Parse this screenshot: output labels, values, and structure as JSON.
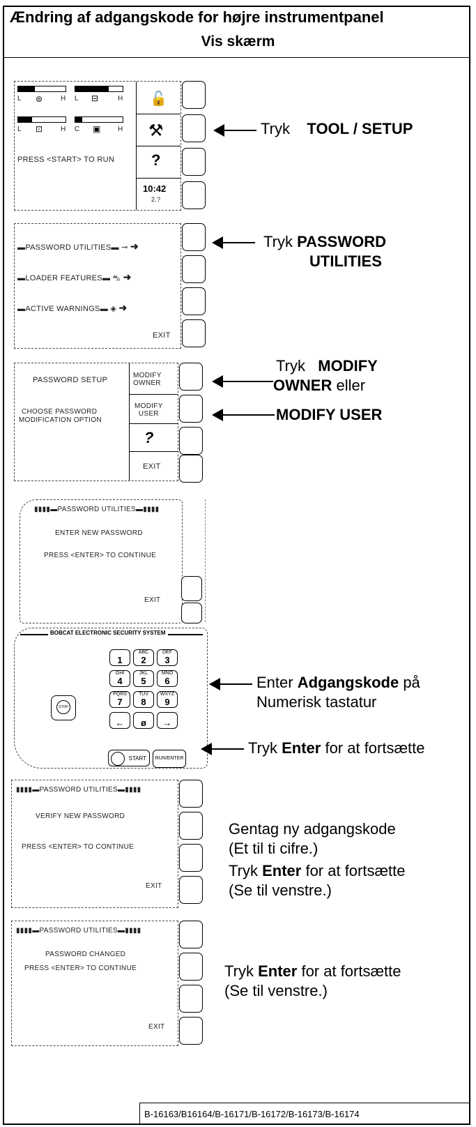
{
  "header": {
    "title": "Ændring af adgangskode for højre instrumentpanel",
    "subtitle": "Vis skærm"
  },
  "step1": {
    "gauge_lh": [
      "L",
      "H"
    ],
    "gauge_lch": [
      "L",
      "H"
    ],
    "gauge_lh2": [
      "L",
      "H"
    ],
    "gauge_ch": [
      "C",
      "H"
    ],
    "gauge_levels": [
      0.35,
      0.7,
      0.3,
      0.15
    ],
    "prompt": "PRESS <START> TO RUN",
    "help": "?",
    "time": "10:42",
    "time_sub": "2.?",
    "caption_verb": "Tryk",
    "caption_bold": "TOOL / SETUP"
  },
  "step2": {
    "items": [
      "PASSWORD UTILITIES",
      "LOADER FEATURES",
      "ACTIVE WARNINGS"
    ],
    "exit": "EXIT",
    "caption_verb": "Tryk",
    "caption_bold_1": "PASSWORD",
    "caption_bold_2": "UTILITIES"
  },
  "step3": {
    "heading": "PASSWORD SETUP",
    "line1": "CHOOSE PASSWORD",
    "line2": "MODIFICATION OPTION",
    "btn_owner_1": "MODIFY",
    "btn_owner_2": "OWNER",
    "btn_user_1": "MODIFY",
    "btn_user_2": "USER",
    "help": "?",
    "exit": "EXIT",
    "caption_verb": "Tryk",
    "caption_bold_1": "MODIFY",
    "caption_bold_2": "OWNER",
    "caption_or": "eller",
    "caption_bold_3": "MODIFY USER"
  },
  "step4": {
    "heading": "PASSWORD UTILITIES",
    "line1": "ENTER NEW PASSWORD",
    "line2": "PRESS <ENTER> TO CONTINUE",
    "exit": "EXIT",
    "keypad_title": "BOBCAT ELECTRONIC SECURITY SYSTEM",
    "stop": "STOP",
    "start": "START",
    "run_enter": "RUN/ENTER",
    "keys": [
      {
        "sub": "",
        "num": "1"
      },
      {
        "sub": "ABC",
        "num": "2"
      },
      {
        "sub": "DEF",
        "num": "3"
      },
      {
        "sub": "GHI",
        "num": "4"
      },
      {
        "sub": "JKL",
        "num": "5"
      },
      {
        "sub": "MNO",
        "num": "6"
      },
      {
        "sub": "PQRS",
        "num": "7"
      },
      {
        "sub": "TUV",
        "num": "8"
      },
      {
        "sub": "WXYZ",
        "num": "9"
      },
      {
        "sub": "",
        "num": "←"
      },
      {
        "sub": "",
        "num": "ø"
      },
      {
        "sub": "",
        "num": "→"
      }
    ],
    "caption1_a": "Enter",
    "caption1_bold": "Adgangskode",
    "caption1_b": "på",
    "caption1_line2": "Numerisk tastatur",
    "caption2_a": "Tryk",
    "caption2_bold": "Enter",
    "caption2_b": "for at fortsætte"
  },
  "step5": {
    "heading": "PASSWORD UTILITIES",
    "line1": "VERIFY NEW PASSWORD",
    "line2": "PRESS <ENTER> TO CONTINUE",
    "exit": "EXIT",
    "caption_line1": "Gentag ny adgangskode",
    "caption_line2": "(Et til ti cifre.)",
    "caption_line3_a": "Tryk",
    "caption_line3_bold": "Enter",
    "caption_line3_b": "for at fortsætte",
    "caption_line4": "(Se til venstre.)"
  },
  "step6": {
    "heading": "PASSWORD UTILITIES",
    "line1": "PASSWORD CHANGED",
    "line2": "PRESS <ENTER> TO CONTINUE",
    "exit": "EXIT",
    "caption_line1_a": "Tryk",
    "caption_line1_bold": "Enter",
    "caption_line1_b": "for at fortsætte",
    "caption_line2": "(Se til venstre.)"
  },
  "footer": {
    "ref": "B-16163/B16164/B-16171/B-16172/B-16173/B-16174"
  }
}
